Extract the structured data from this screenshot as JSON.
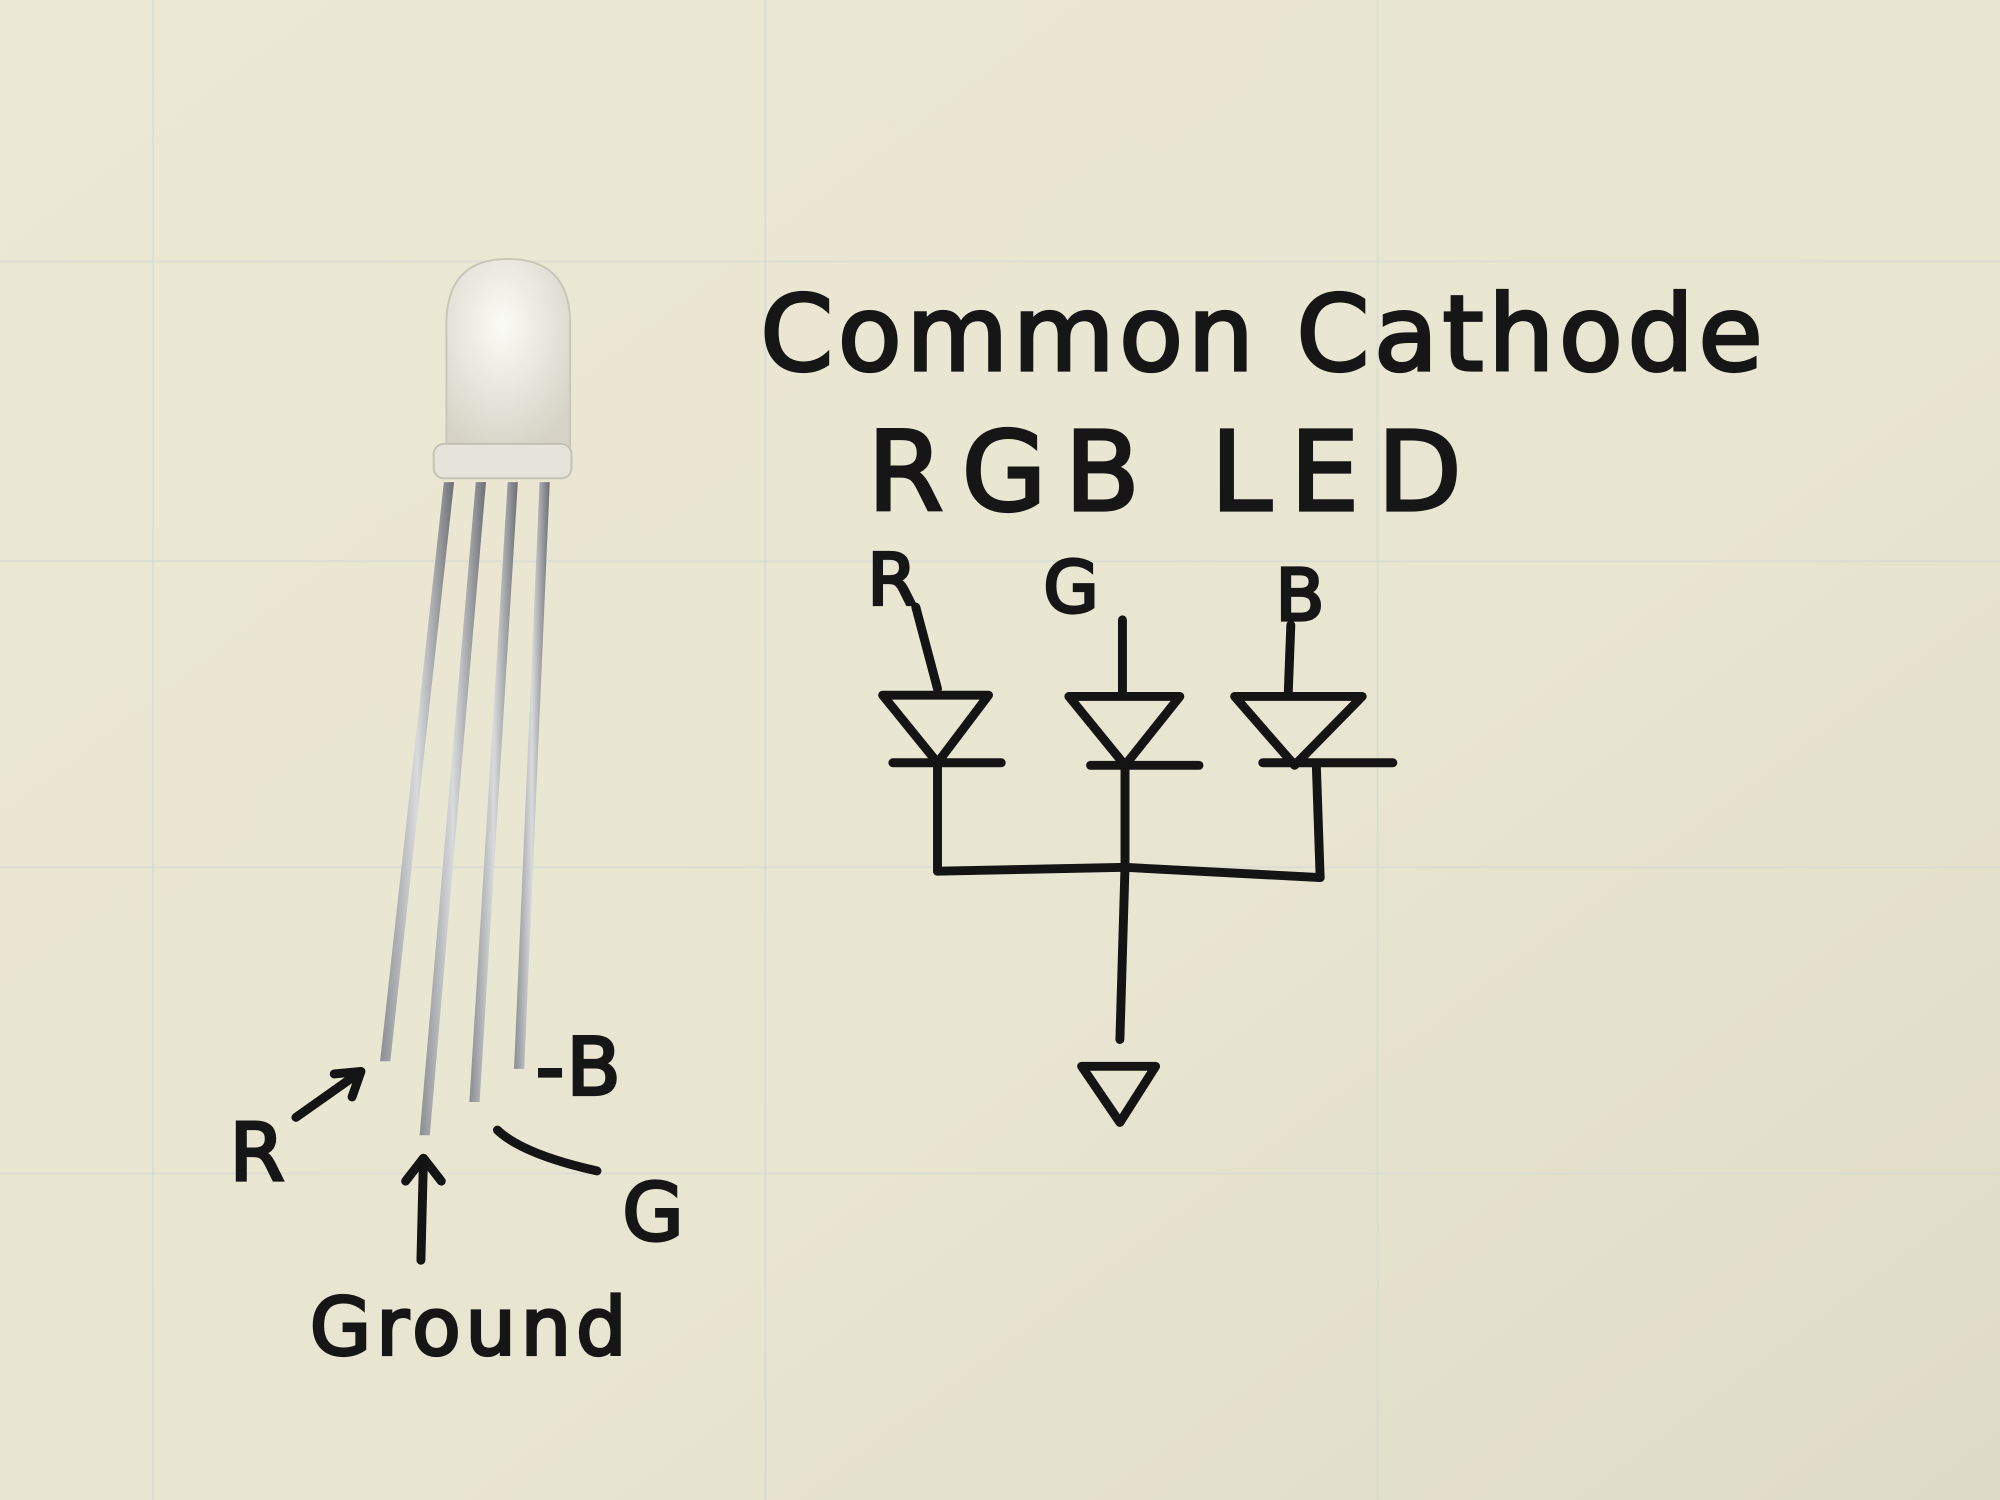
{
  "title": {
    "line1": "Common Cathode",
    "line2": "RGB LED"
  },
  "schematic": {
    "channels": [
      {
        "label": "R"
      },
      {
        "label": "G"
      },
      {
        "label": "B"
      }
    ]
  },
  "pin_labels": {
    "red": "R",
    "ground": "Ground",
    "green": "G",
    "blue": "-B"
  },
  "colors": {
    "paper": "#e9e6d2",
    "ink": "#141414"
  }
}
